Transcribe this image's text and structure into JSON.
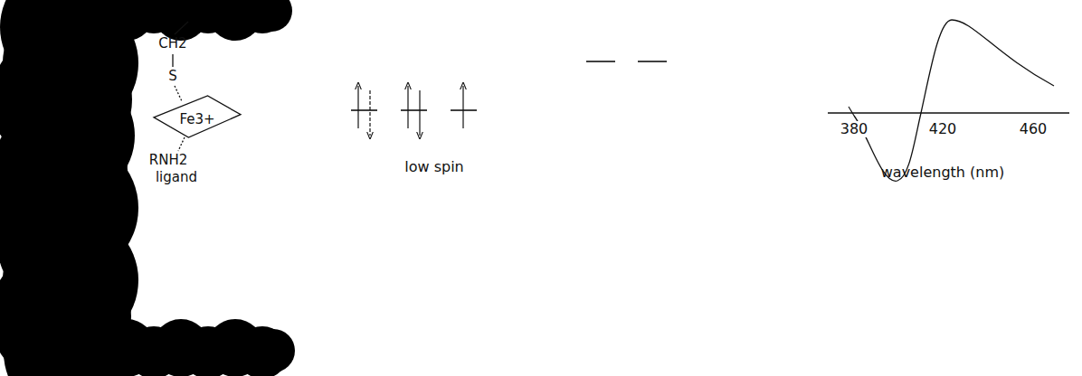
{
  "diagram": {
    "nodes": [
      {
        "text": [
          "Fe3+"
        ]
      }
    ],
    "labels": [
      "CH2",
      "S",
      "RNH2",
      "ligand",
      "low spin",
      "380",
      "420",
      "460",
      "wavelength (nm)"
    ]
  }
}
